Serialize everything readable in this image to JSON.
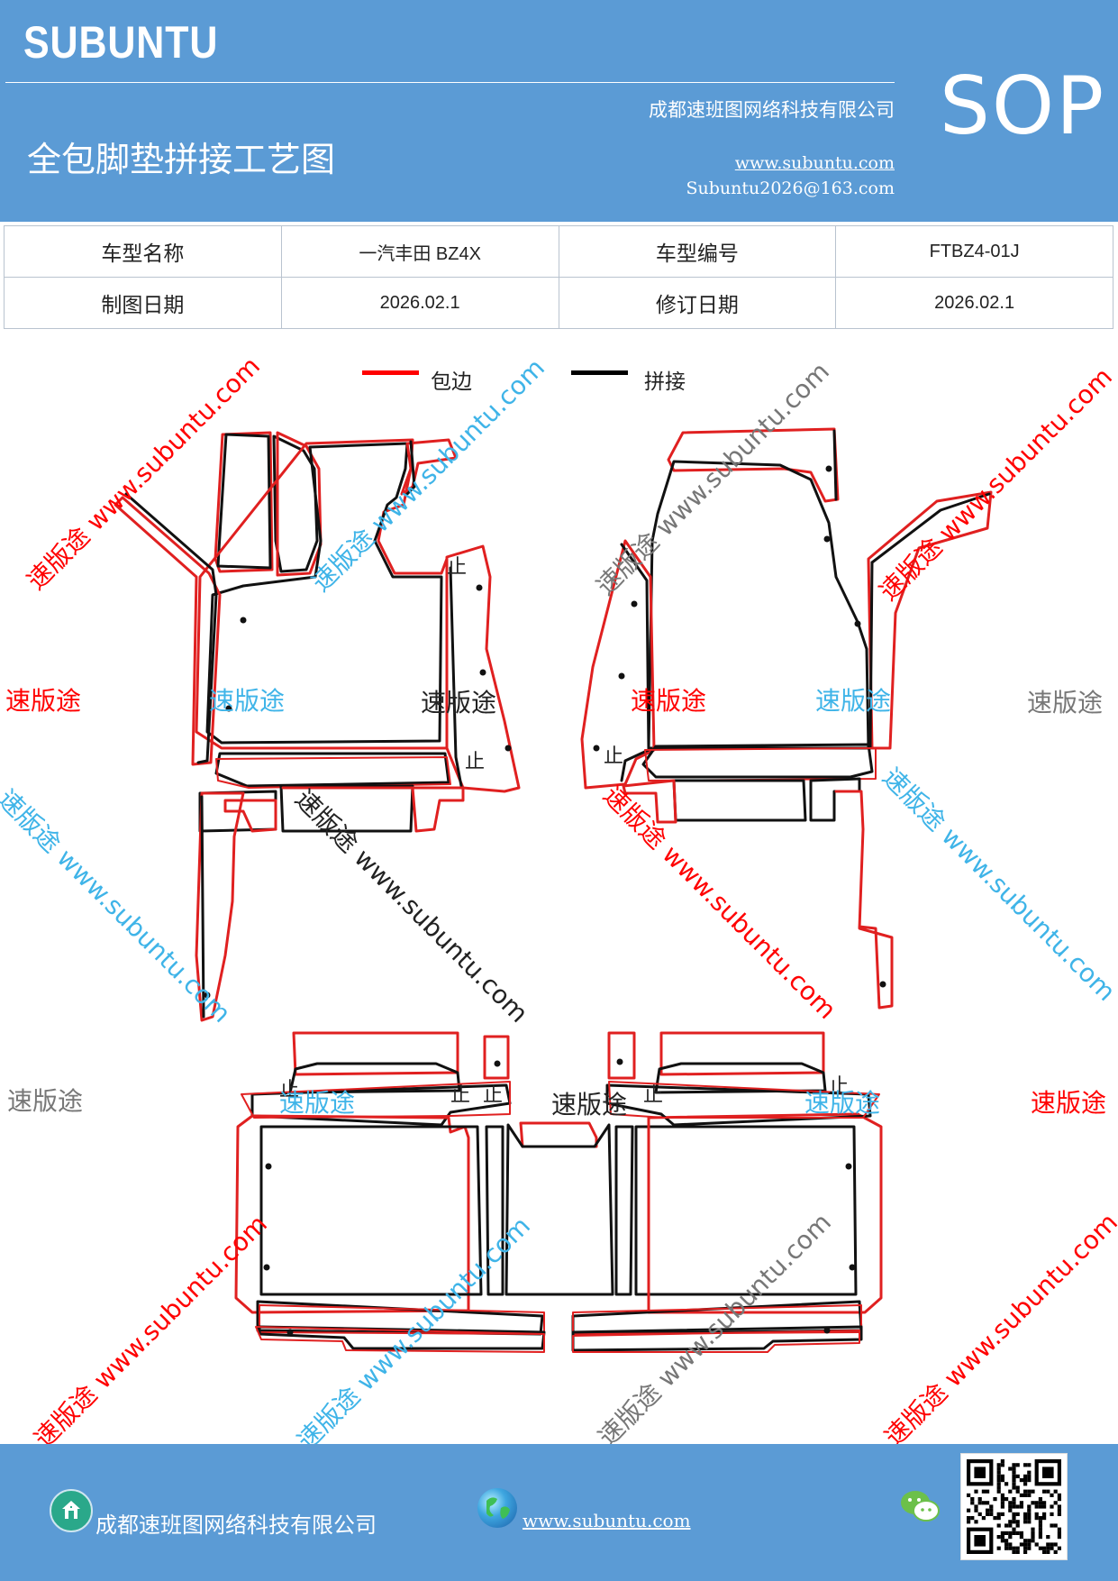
{
  "header": {
    "brand": "SUBUNTU",
    "doc_title": "全包脚垫拼接工艺图",
    "company": "成都速班图网络科技有限公司",
    "website": "www.subuntu.com",
    "email": "Subuntu2026@163.com",
    "badge": "SOP"
  },
  "info_table": {
    "model_name_label": "车型名称",
    "model_name_value": "一汽丰田 BZ4X",
    "model_code_label": "车型编号",
    "model_code_value": "FTBZ4-01J",
    "draw_date_label": "制图日期",
    "draw_date_value": "2026.02.1",
    "revise_date_label": "修订日期",
    "revise_date_value": "2026.02.1"
  },
  "legend": {
    "edge_label": "包边",
    "edge_color": "#ff0000",
    "seam_label": "拼接",
    "seam_color": "#000000"
  },
  "diagram": {
    "stop_mark": "止"
  },
  "watermarks": {
    "brand_cn": "速版途",
    "diag_text": "速版途 www.subuntu.com",
    "colors": {
      "red": "#ff0000",
      "blue": "#3fb4e8",
      "gray": "#777777",
      "dark": "#222222"
    }
  },
  "footer": {
    "company": "成都速班图网络科技有限公司",
    "website": "www.subuntu.com",
    "icons": [
      "home-icon",
      "globe-icon",
      "wechat-icon",
      "qr-code"
    ]
  }
}
